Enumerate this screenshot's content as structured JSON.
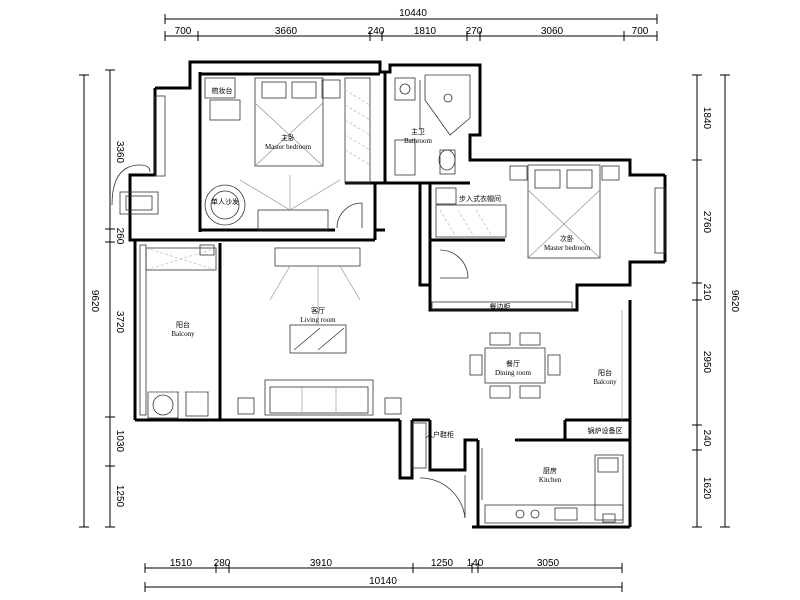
{
  "dimensions": {
    "top_total": "10440",
    "top_segments": [
      "700",
      "3660",
      "240",
      "1810",
      "270",
      "3060",
      "700"
    ],
    "bottom_total": "10140",
    "bottom_segments": [
      "1510",
      "280",
      "3910",
      "1250",
      "140",
      "3050"
    ],
    "left_total": "9620",
    "left_segments": [
      "3360",
      "260",
      "3720",
      "1030",
      "1250"
    ],
    "right_total": "9620",
    "right_segments": [
      "1840",
      "2760",
      "210",
      "2950",
      "240",
      "1620"
    ]
  },
  "rooms": {
    "master_bedroom": {
      "cn": "主卧",
      "en": "Master bedroom"
    },
    "bathroom": {
      "cn": "主卫",
      "en": "Bathroom"
    },
    "second_bedroom": {
      "cn": "次卧",
      "en": "Master bedroom"
    },
    "balcony_left": {
      "cn": "阳台",
      "en": "Balcony"
    },
    "living_room": {
      "cn": "客厅",
      "en": "Living room"
    },
    "dining_room": {
      "cn": "餐厅",
      "en": "Dining room"
    },
    "balcony_right": {
      "cn": "阳台",
      "en": "Balcony"
    },
    "kitchen": {
      "cn": "厨房",
      "en": "Kitchen"
    }
  },
  "labels": {
    "dresser": "梳妆台",
    "single_sofa": "单人沙发",
    "walk_in_closet": "步入式衣帽间",
    "sideboard": "餐边柜",
    "entry_cabinet": "入户鞋柜",
    "boiler_area": "锅炉设备区"
  }
}
